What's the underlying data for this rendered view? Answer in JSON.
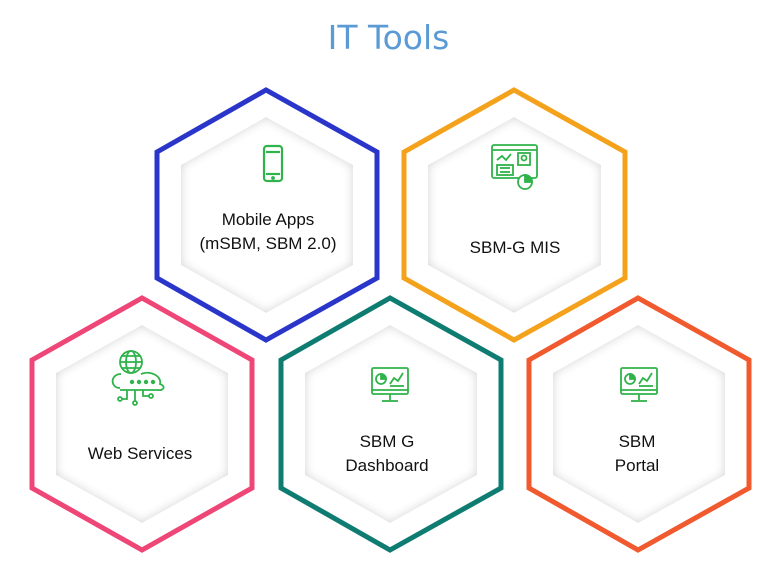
{
  "title": "IT Tools",
  "colors": {
    "title": "#5b9bd5",
    "icon": "#2fb34a",
    "blue": "#2a35c9",
    "orange": "#f4a11b",
    "pink": "#ee4677",
    "teal": "#0e7c70",
    "red": "#f05a2e"
  },
  "tools": [
    {
      "id": "mobile-apps",
      "lines": [
        "Mobile Apps",
        "(mSBM, SBM 2.0)"
      ],
      "border_color": "#2a35c9",
      "icon": "smartphone-icon"
    },
    {
      "id": "sbm-g-mis",
      "lines": [
        "SBM-G MIS"
      ],
      "border_color": "#f4a11b",
      "icon": "report-dashboard-icon"
    },
    {
      "id": "web-services",
      "lines": [
        "Web Services"
      ],
      "border_color": "#ee4677",
      "icon": "cloud-globe-network-icon"
    },
    {
      "id": "sbm-g-dashboard",
      "lines": [
        "SBM G",
        "Dashboard"
      ],
      "border_color": "#0e7c70",
      "icon": "monitor-chart-icon"
    },
    {
      "id": "sbm-portal",
      "lines": [
        "SBM",
        "Portal"
      ],
      "border_color": "#f05a2e",
      "icon": "monitor-chart-icon"
    }
  ]
}
